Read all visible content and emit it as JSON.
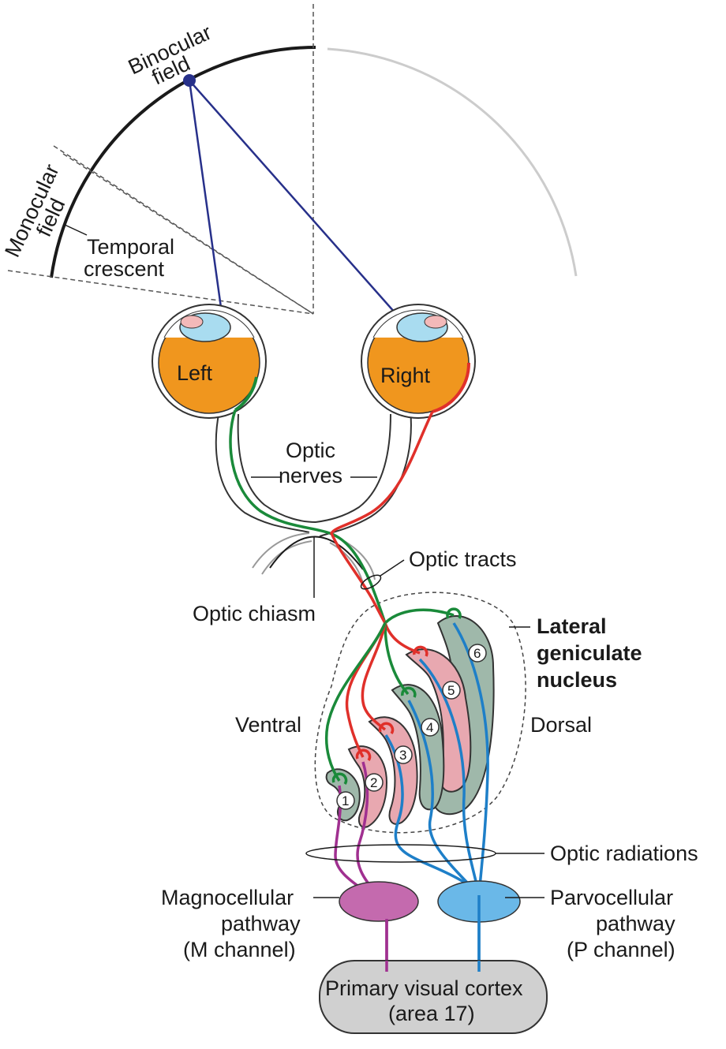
{
  "labels": {
    "binocular_1": "Binocular",
    "binocular_2": "field",
    "monocular_1": "Monocular",
    "monocular_2": "field",
    "temporal_1": "Temporal",
    "temporal_2": "crescent",
    "left_eye": "Left",
    "right_eye": "Right",
    "optic_nerves_1": "Optic",
    "optic_nerves_2": "nerves",
    "optic_chiasm": "Optic chiasm",
    "optic_tracts": "Optic tracts",
    "lgn_1": "Lateral",
    "lgn_2": "geniculate",
    "lgn_3": "nucleus",
    "ventral": "Ventral",
    "dorsal": "Dorsal",
    "optic_radiations": "Optic radiations",
    "magno_1": "Magnocellular",
    "magno_2": "pathway",
    "magno_3": "(M channel)",
    "parvo_1": "Parvocellular",
    "parvo_2": "pathway",
    "parvo_3": "(P channel)",
    "cortex_1": "Primary visual cortex",
    "cortex_2": "(area 17)"
  },
  "layers": [
    "1",
    "2",
    "3",
    "4",
    "5",
    "6"
  ],
  "colors": {
    "eye": "#f0961e",
    "green_fiber": "#1a8a3a",
    "red_fiber": "#e0302a",
    "blue_fiber": "#1e7fc8",
    "purple_fiber": "#a03090",
    "magno_layer": "#9fb8aa",
    "parvo_layer": "#e8a8b0",
    "magno_pathway": "#c46aae",
    "parvo_pathway": "#6ab8e8",
    "cortex": "#d0d0d0",
    "sight_line": "#27308a"
  }
}
